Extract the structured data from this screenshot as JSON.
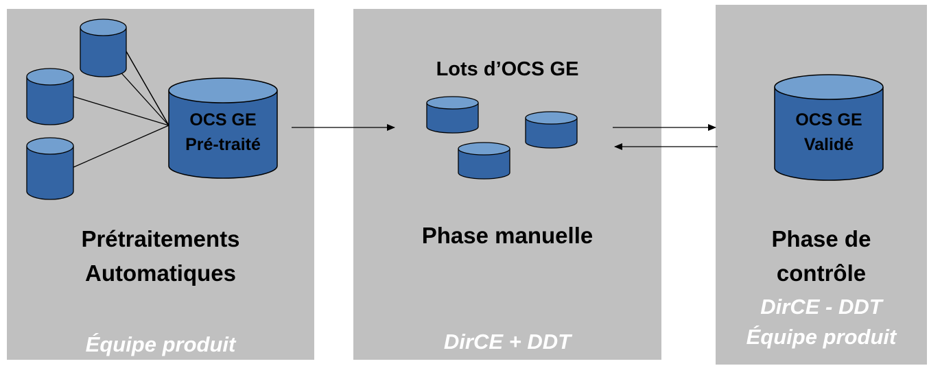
{
  "panels": [
    {
      "db_label_line1": "OCS GE",
      "db_label_line2": "Pré-traité",
      "title_line1": "Prétraitements",
      "title_line2": "Automatiques",
      "team": "Équipe produit"
    },
    {
      "heading": "Lots d’OCS GE",
      "title": "Phase manuelle",
      "team": "DirCE + DDT"
    },
    {
      "db_label_line1": "OCS GE",
      "db_label_line2": "Validé",
      "title_line1": "Phase de",
      "title_line2": "contrôle",
      "team_line1": "DirCE - DDT",
      "team_line2": "Équipe produit"
    }
  ],
  "colors": {
    "panel_bg": "#c0c0c0",
    "cylinder_body": "#3465a4",
    "cylinder_top": "#729fcf",
    "cylinder_stroke": "#000000",
    "team_text": "#ffffff"
  }
}
